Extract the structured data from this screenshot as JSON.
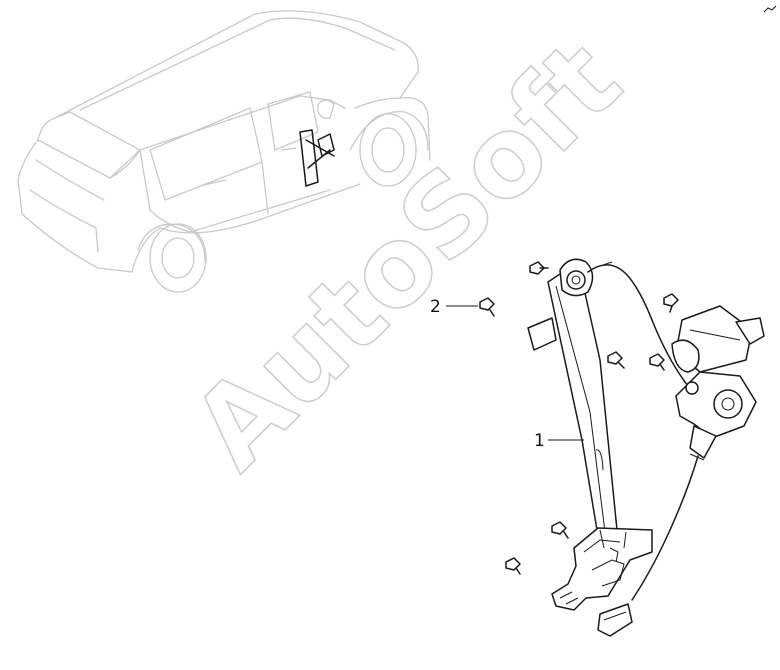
{
  "watermark": {
    "text": "AutoSoft"
  },
  "callouts": [
    {
      "id": "1",
      "label": "1"
    },
    {
      "id": "2",
      "label": "2"
    }
  ],
  "colors": {
    "line": "#1a1a1a",
    "car_outline": "#c9c9c9",
    "watermark": "#cfcfcf"
  }
}
